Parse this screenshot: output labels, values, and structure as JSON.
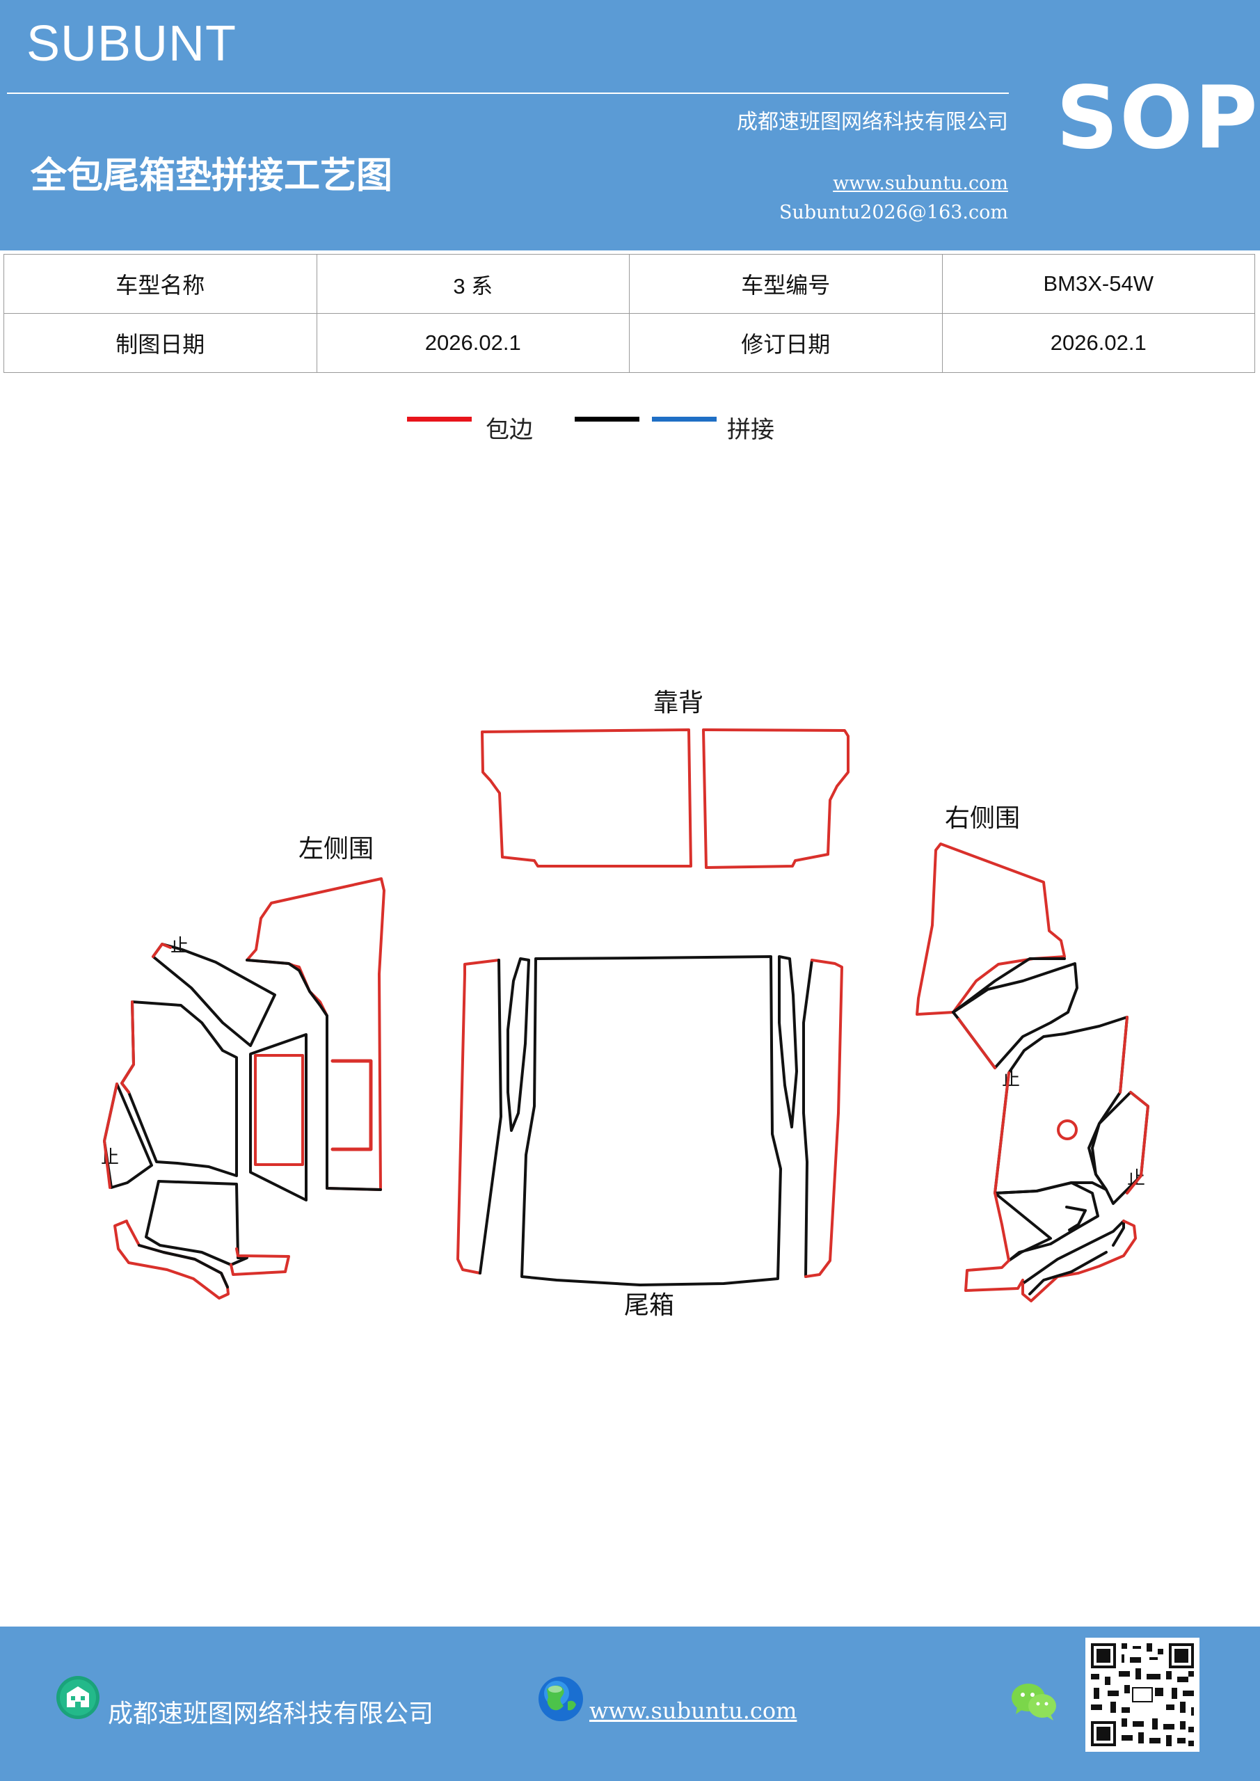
{
  "header": {
    "brand": "SUBUNT",
    "company": "成都速班图网络科技有限公司",
    "title": "全包尾箱垫拼接工艺图",
    "website": "www.subuntu.com",
    "email": "Subuntu2026@163.com",
    "badge": "SOP",
    "bg_color": "#5b9bd5"
  },
  "info_table": {
    "rows": [
      [
        "车型名称",
        "3 系",
        "车型编号",
        "BM3X-54W"
      ],
      [
        "制图日期",
        "2026.02.1",
        "修订日期",
        "2026.02.1"
      ]
    ]
  },
  "legend": {
    "items": [
      {
        "label": "包边",
        "color": "#e8141b"
      },
      {
        "label": "",
        "color": "#000000"
      },
      {
        "label": "拼接",
        "color": "#1f6fc5"
      }
    ]
  },
  "diagram": {
    "labels": {
      "backrest": "靠背",
      "left_side": "左侧围",
      "right_side": "右侧围",
      "trunk": "尾箱",
      "stop_mark": "止"
    },
    "colors": {
      "edge": "#d9302b",
      "seam": "#111111"
    }
  },
  "footer": {
    "company": "成都速班图网络科技有限公司",
    "website": "www.subuntu.com",
    "bg_color": "#5b9bd5",
    "icons": [
      "building-icon",
      "globe-icon",
      "wechat-icon",
      "qr-code"
    ]
  }
}
